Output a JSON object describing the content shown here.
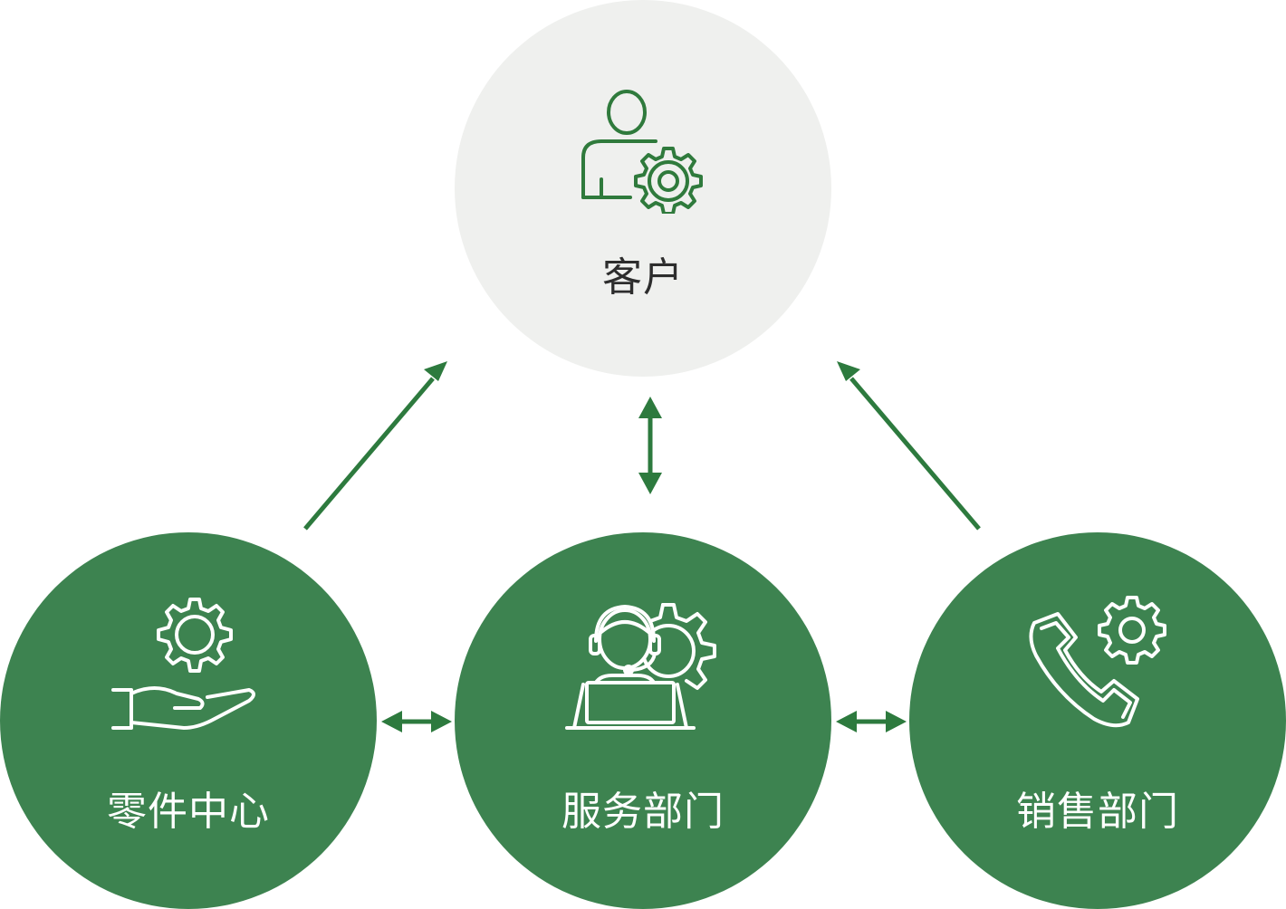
{
  "colors": {
    "primary_green": "#3d8350",
    "arrow_green": "#2d7a3e",
    "customer_fill": "#eff0ee",
    "customer_icon": "#2f7a3c",
    "label_dark": "#2d2d2d",
    "label_light": "#ffffff"
  },
  "nodes": {
    "customer": {
      "label": "客户",
      "icon": "user-gear-icon"
    },
    "parts": {
      "label": "零件中心",
      "icon": "hand-gear-icon"
    },
    "service": {
      "label": "服务部门",
      "icon": "agent-headset-gear-icon"
    },
    "sales": {
      "label": "销售部门",
      "icon": "phone-gear-icon"
    }
  },
  "connections": [
    {
      "from": "parts",
      "to": "customer",
      "direction": "one-way"
    },
    {
      "from": "sales",
      "to": "customer",
      "direction": "one-way"
    },
    {
      "from": "service",
      "to": "customer",
      "direction": "two-way"
    },
    {
      "from": "parts",
      "to": "service",
      "direction": "two-way"
    },
    {
      "from": "service",
      "to": "sales",
      "direction": "two-way"
    }
  ]
}
